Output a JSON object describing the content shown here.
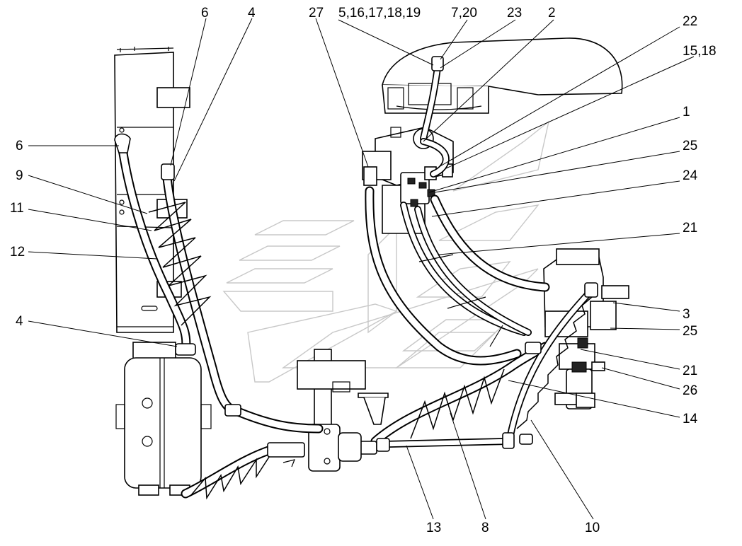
{
  "callouts": [
    {
      "text": "6"
    },
    {
      "text": "4"
    },
    {
      "text": "27"
    },
    {
      "text": "5,16,17,18,19"
    },
    {
      "text": "7,20"
    },
    {
      "text": "23"
    },
    {
      "text": "2"
    },
    {
      "text": "22"
    },
    {
      "text": "15,18"
    },
    {
      "text": "1"
    },
    {
      "text": "25"
    },
    {
      "text": "24"
    },
    {
      "text": "21"
    },
    {
      "text": "6"
    },
    {
      "text": "9"
    },
    {
      "text": "11"
    },
    {
      "text": "12"
    },
    {
      "text": "4"
    },
    {
      "text": "3"
    },
    {
      "text": "25"
    },
    {
      "text": "21"
    },
    {
      "text": "26"
    },
    {
      "text": "14"
    },
    {
      "text": "13"
    },
    {
      "text": "8"
    },
    {
      "text": "10"
    }
  ]
}
